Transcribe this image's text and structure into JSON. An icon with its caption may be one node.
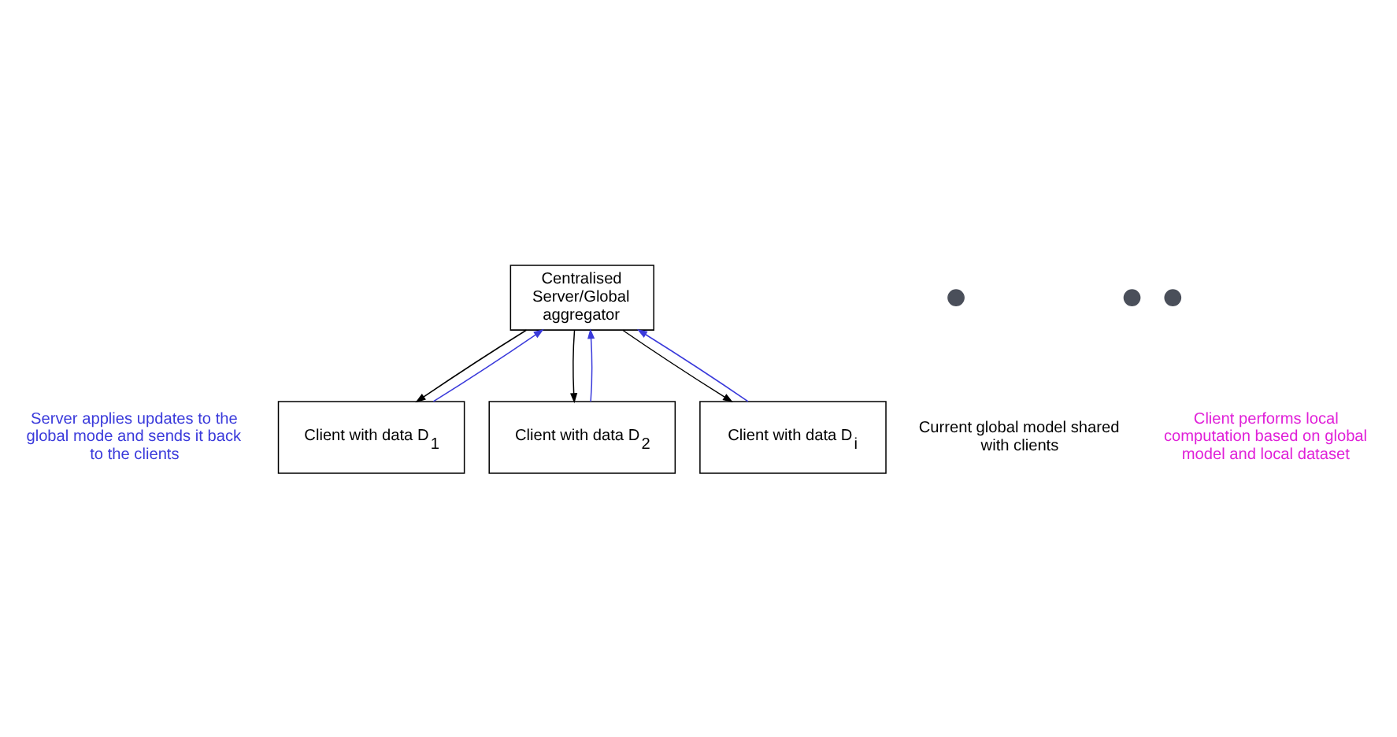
{
  "diagram": {
    "nodes": [
      {
        "text": [
          "Centralised Server/Global aggregator"
        ]
      },
      {
        "text": [
          "Client with data D$_{1}$"
        ]
      },
      {
        "text": [
          "Client with data D$_{2}$"
        ]
      },
      {
        "text": [],
        "shape": "circle"
      },
      {
        "text": [],
        "shape": "circle"
      },
      {
        "text": [],
        "shape": "circle"
      },
      {
        "text": [
          "Client with data D$_{i}$"
        ]
      }
    ],
    "edges": [
      {
        "from": 0,
        "to": 1,
        "arrow": "to"
      },
      {
        "from": 1,
        "to": 0,
        "arrow": "to",
        "color": "#3a3adb"
      },
      {
        "from": 0,
        "to": 2,
        "arrow": "to"
      },
      {
        "from": 2,
        "to": 0,
        "arrow": "to",
        "color": "#3a3adb"
      },
      {
        "from": 0,
        "to": 6,
        "arrow": "to"
      },
      {
        "from": 6,
        "to": 0,
        "arrow": "to",
        "color": "#3a3adb"
      }
    ],
    "labels": [
      "Server applies updates to the global mode and sends it back to the clients",
      "Current global model shared with clients",
      "Client performs local computation based on global model and local dataset"
    ]
  }
}
